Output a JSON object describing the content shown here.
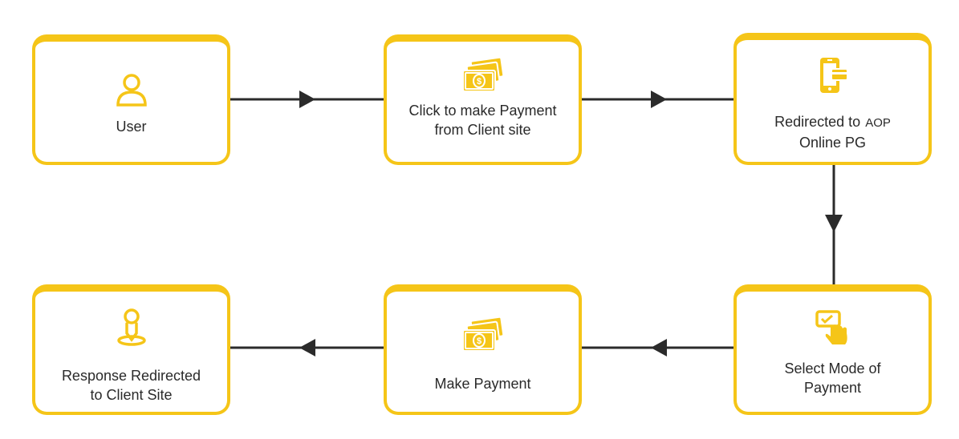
{
  "colors": {
    "accent": "#f5c518",
    "line": "#2b2b2b",
    "text": "#2a2a2a"
  },
  "nodes": {
    "user": {
      "line1": "User",
      "icon": "user-icon"
    },
    "click": {
      "line1": "Click to make Payment",
      "line2": "from Client site",
      "icon": "money-icon"
    },
    "redirected": {
      "line1": "Redirected to",
      "line1_suffix": "AOP",
      "line2": "Online PG",
      "icon": "mobile-payment-icon"
    },
    "select": {
      "line1": "Select Mode of",
      "line2": "Payment",
      "icon": "touch-select-icon"
    },
    "make": {
      "line1": "Make Payment",
      "icon": "money-icon"
    },
    "response": {
      "line1": "Response Redirected",
      "line2": "to Client Site",
      "icon": "user-location-icon"
    }
  }
}
